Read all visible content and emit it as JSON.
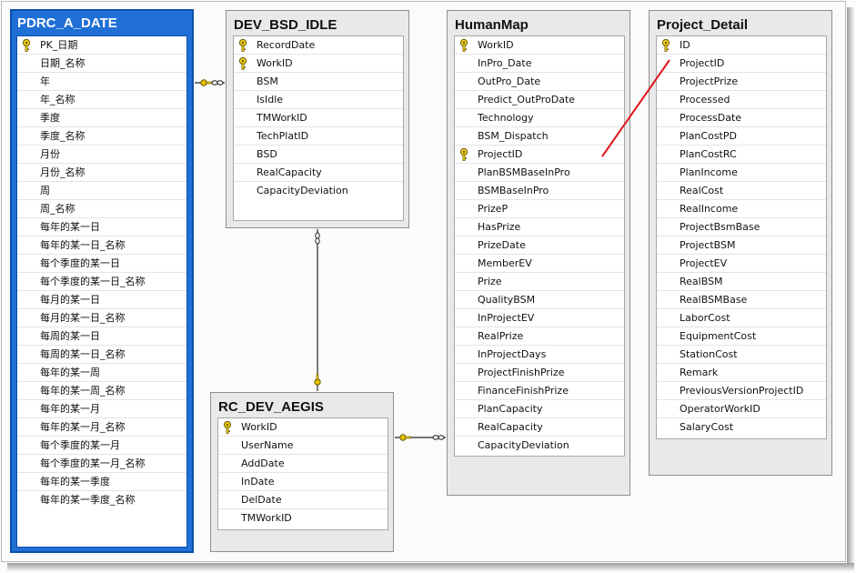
{
  "tables": [
    {
      "id": "pdrc-a-date",
      "title": "PDRC_A_DATE",
      "columns": [
        {
          "name": "PK_日期",
          "pk": true
        },
        {
          "name": "日期_名称",
          "pk": false
        },
        {
          "name": "年",
          "pk": false
        },
        {
          "name": "年_名称",
          "pk": false
        },
        {
          "name": "季度",
          "pk": false
        },
        {
          "name": "季度_名称",
          "pk": false
        },
        {
          "name": "月份",
          "pk": false
        },
        {
          "name": "月份_名称",
          "pk": false
        },
        {
          "name": "周",
          "pk": false
        },
        {
          "name": "周_名称",
          "pk": false
        },
        {
          "name": "每年的某一日",
          "pk": false
        },
        {
          "name": "每年的某一日_名称",
          "pk": false
        },
        {
          "name": "每个季度的某一日",
          "pk": false
        },
        {
          "name": "每个季度的某一日_名称",
          "pk": false
        },
        {
          "name": "每月的某一日",
          "pk": false
        },
        {
          "name": "每月的某一日_名称",
          "pk": false
        },
        {
          "name": "每周的某一日",
          "pk": false
        },
        {
          "name": "每周的某一日_名称",
          "pk": false
        },
        {
          "name": "每年的某一周",
          "pk": false
        },
        {
          "name": "每年的某一周_名称",
          "pk": false
        },
        {
          "name": "每年的某一月",
          "pk": false
        },
        {
          "name": "每年的某一月_名称",
          "pk": false
        },
        {
          "name": "每个季度的某一月",
          "pk": false
        },
        {
          "name": "每个季度的某一月_名称",
          "pk": false
        },
        {
          "name": "每年的某一季度",
          "pk": false
        },
        {
          "name": "每年的某一季度_名称",
          "pk": false
        }
      ]
    },
    {
      "id": "dev-bsd-idle",
      "title": "DEV_BSD_IDLE",
      "columns": [
        {
          "name": "RecordDate",
          "pk": true
        },
        {
          "name": "WorkID",
          "pk": true
        },
        {
          "name": "BSM",
          "pk": false
        },
        {
          "name": "IsIdle",
          "pk": false
        },
        {
          "name": "TMWorkID",
          "pk": false
        },
        {
          "name": "TechPlatID",
          "pk": false
        },
        {
          "name": "BSD",
          "pk": false
        },
        {
          "name": "RealCapacity",
          "pk": false
        },
        {
          "name": "CapacityDeviation",
          "pk": false
        }
      ]
    },
    {
      "id": "humanmap",
      "title": "HumanMap",
      "columns": [
        {
          "name": "WorkID",
          "pk": true
        },
        {
          "name": "InPro_Date",
          "pk": false
        },
        {
          "name": "OutPro_Date",
          "pk": false
        },
        {
          "name": "Predict_OutProDate",
          "pk": false
        },
        {
          "name": "Technology",
          "pk": false
        },
        {
          "name": "BSM_Dispatch",
          "pk": false
        },
        {
          "name": "ProjectID",
          "pk": true
        },
        {
          "name": "PlanBSMBaseInPro",
          "pk": false
        },
        {
          "name": "BSMBaseInPro",
          "pk": false
        },
        {
          "name": "PrizeP",
          "pk": false
        },
        {
          "name": "HasPrize",
          "pk": false
        },
        {
          "name": "PrizeDate",
          "pk": false
        },
        {
          "name": "MemberEV",
          "pk": false
        },
        {
          "name": "Prize",
          "pk": false
        },
        {
          "name": "QualityBSM",
          "pk": false
        },
        {
          "name": "InProjectEV",
          "pk": false
        },
        {
          "name": "RealPrize",
          "pk": false
        },
        {
          "name": "InProjectDays",
          "pk": false
        },
        {
          "name": "ProjectFinishPrize",
          "pk": false
        },
        {
          "name": "FinanceFinishPrize",
          "pk": false
        },
        {
          "name": "PlanCapacity",
          "pk": false
        },
        {
          "name": "RealCapacity",
          "pk": false
        },
        {
          "name": "CapacityDeviation",
          "pk": false
        }
      ]
    },
    {
      "id": "project-detail",
      "title": "Project_Detail",
      "columns": [
        {
          "name": "ID",
          "pk": true
        },
        {
          "name": "ProjectID",
          "pk": false
        },
        {
          "name": "ProjectPrize",
          "pk": false
        },
        {
          "name": "Processed",
          "pk": false
        },
        {
          "name": "ProcessDate",
          "pk": false
        },
        {
          "name": "PlanCostPD",
          "pk": false
        },
        {
          "name": "PlanCostRC",
          "pk": false
        },
        {
          "name": "PlanIncome",
          "pk": false
        },
        {
          "name": "RealCost",
          "pk": false
        },
        {
          "name": "RealIncome",
          "pk": false
        },
        {
          "name": "ProjectBsmBase",
          "pk": false
        },
        {
          "name": "ProjectBSM",
          "pk": false
        },
        {
          "name": "ProjectEV",
          "pk": false
        },
        {
          "name": "RealBSM",
          "pk": false
        },
        {
          "name": "RealBSMBase",
          "pk": false
        },
        {
          "name": "LaborCost",
          "pk": false
        },
        {
          "name": "EquipmentCost",
          "pk": false
        },
        {
          "name": "StationCost",
          "pk": false
        },
        {
          "name": "Remark",
          "pk": false
        },
        {
          "name": "PreviousVersionProjectID",
          "pk": false
        },
        {
          "name": "OperatorWorkID",
          "pk": false
        },
        {
          "name": "SalaryCost",
          "pk": false
        }
      ]
    },
    {
      "id": "rc-dev-aegis",
      "title": "RC_DEV_AEGIS",
      "columns": [
        {
          "name": "WorkID",
          "pk": true
        },
        {
          "name": "UserName",
          "pk": false
        },
        {
          "name": "AddDate",
          "pk": false
        },
        {
          "name": "InDate",
          "pk": false
        },
        {
          "name": "DelDate",
          "pk": false
        },
        {
          "name": "TMWorkID",
          "pk": false
        }
      ]
    }
  ],
  "relationships": [
    {
      "from": "dev-bsd-idle",
      "to": "pdrc-a-date"
    },
    {
      "from": "dev-bsd-idle",
      "to": "rc-dev-aegis"
    },
    {
      "from": "humanmap",
      "to": "rc-dev-aegis"
    }
  ],
  "icons": {
    "primary_key": "key-icon"
  },
  "colors": {
    "selected_table": "#1f6fd6",
    "annotation": "#e0161a",
    "key": "#d9b800"
  }
}
